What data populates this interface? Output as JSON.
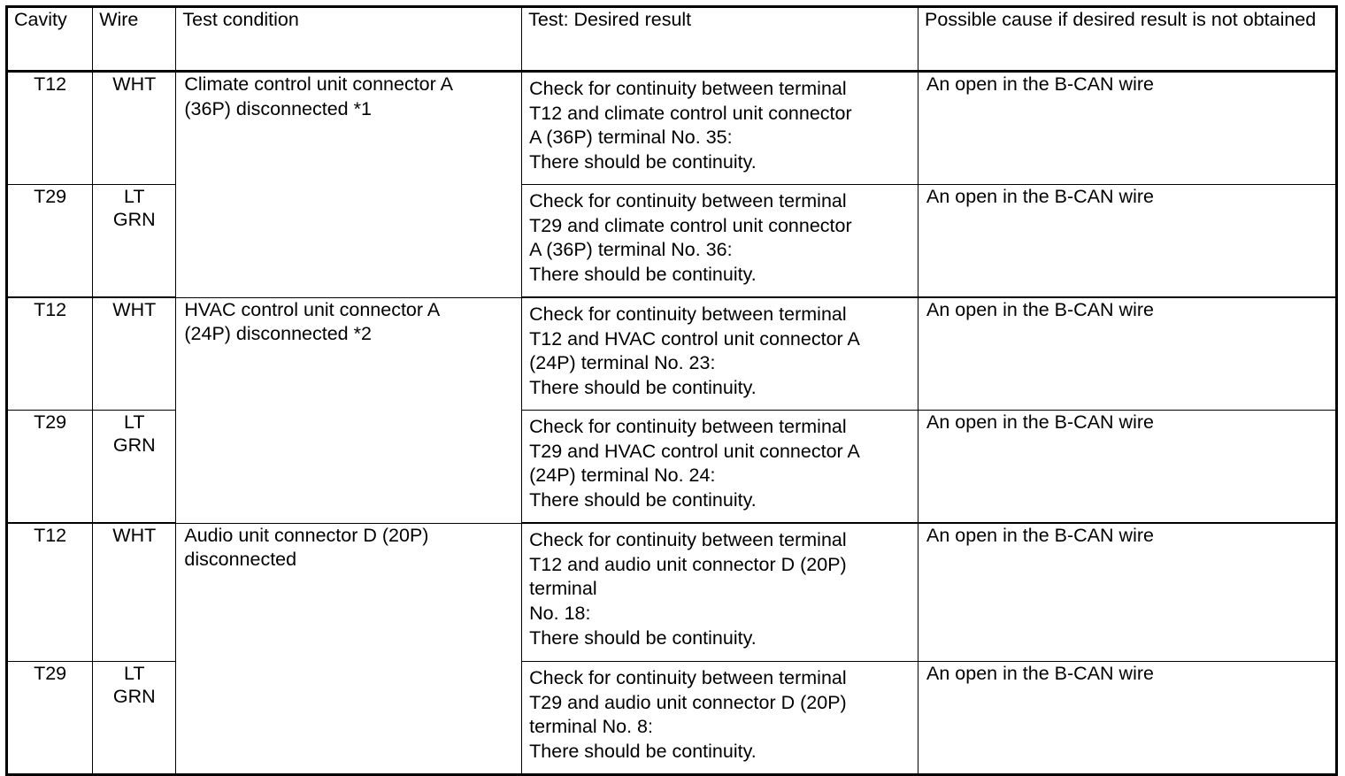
{
  "table": {
    "name": "b-can-circuit-continuity-test-table",
    "headers": [
      "Cavity",
      "Wire",
      "Test condition",
      "Test: Desired result",
      "Possible cause if desired result is not obtained"
    ],
    "groups": [
      {
        "condition": "Climate control unit connector A\n(36P) disconnected *1",
        "rows": [
          {
            "cavity": "T12",
            "wire": "WHT",
            "test": "Check for continuity between terminal\nT12 and climate control unit connector\nA (36P) terminal No. 35:\nThere should be continuity.",
            "cause": "An open in the B-CAN wire"
          },
          {
            "cavity": "T29",
            "wire": "LT\nGRN",
            "test": "Check for continuity between terminal\nT29 and climate control unit connector\nA (36P) terminal No. 36:\nThere should be continuity.",
            "cause": "An open in the B-CAN wire"
          }
        ]
      },
      {
        "condition": "HVAC control unit connector A\n(24P) disconnected *2",
        "rows": [
          {
            "cavity": "T12",
            "wire": "WHT",
            "test": "Check for continuity between terminal\nT12 and HVAC control unit connector A\n(24P) terminal No. 23:\n   There should be continuity.",
            "cause": "An open in the B-CAN wire"
          },
          {
            "cavity": "T29",
            "wire": "LT\nGRN",
            "test": "Check for continuity between terminal\nT29 and HVAC control unit connector A\n(24P) terminal No. 24:\nThere should be continuity.",
            "cause": "An open in the B-CAN wire"
          }
        ]
      },
      {
        "condition": "Audio unit connector D (20P)\ndisconnected",
        "rows": [
          {
            "cavity": "T12",
            "wire": "WHT",
            "test": "Check for continuity between terminal\nT12 and audio unit connector D (20P)\nterminal\nNo. 18:\nThere should be continuity.",
            "cause": "An open in the B-CAN wire"
          },
          {
            "cavity": "T29",
            "wire": "LT\nGRN",
            "test": "Check for continuity between terminal\nT29 and audio unit connector D (20P)\nterminal No. 8:\nThere should be continuity.",
            "cause": "An open in the B-CAN wire"
          }
        ]
      }
    ]
  },
  "colors": {
    "border": "#000000",
    "background": "#ffffff",
    "text": "#000000"
  }
}
